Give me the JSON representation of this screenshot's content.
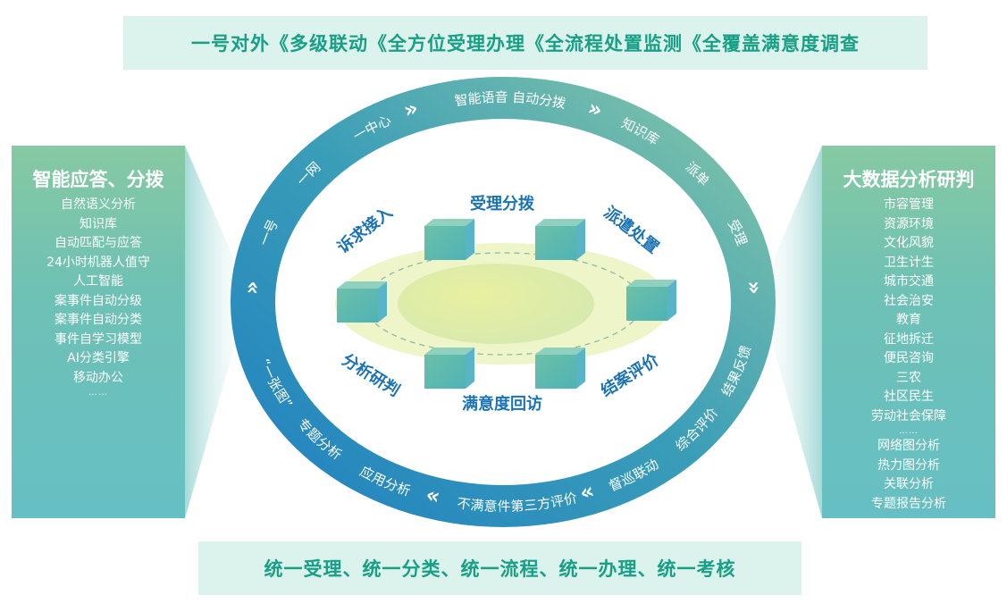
{
  "top_banner": "一号对外《多级联动《全方位受理办理《全流程处置监测《全覆盖满意度调查",
  "bottom_banner": "统一受理、统一分类、统一流程、统一办理、统一考核",
  "left_panel": {
    "title": "智能应答、分拨",
    "items": [
      "自然语义分析",
      "知识库",
      "自动匹配与应答",
      "24小时机器人值守",
      "人工智能",
      "案事件自动分级",
      "案事件自动分类",
      "事件自学习模型",
      "AI分类引擎",
      "移动办公"
    ],
    "more": "……"
  },
  "right_panel": {
    "title": "大数据分析研判",
    "items": [
      "市容管理",
      "资源环境",
      "文化风貌",
      "卫生计生",
      "城市交通",
      "社会治安",
      "教育",
      "征地拆迁",
      "便民咨询",
      "三农",
      "社区民生",
      "劳动社会保障"
    ],
    "more1": "……",
    "items2": [
      "网络图分析",
      "热力图分析",
      "关联分析",
      "专题报告分析"
    ],
    "more2": "……"
  },
  "ring_top": [
    "»",
    "一号",
    "一网",
    "一中心",
    "»",
    "智能语音 自动分拨",
    "»",
    "知识库",
    "派单",
    "受理",
    "»"
  ],
  "ring_bottom": [
    "“一张图”",
    "专题分析",
    "应用分析",
    "«",
    "不满意件第三方评价",
    "«",
    "督巡联动",
    "综合评价",
    "结果反馈"
  ],
  "stages": [
    "受理分拨",
    "派遣处置",
    "结案评价",
    "满意度回访",
    "分析研判",
    "诉求接入"
  ],
  "colors": {
    "ring_start": "#1e7fc0",
    "ring_end": "#7cc4a8",
    "label": "#1b73b5",
    "banner_text": "#17a085",
    "banner_bg": "#dcf2ec"
  }
}
